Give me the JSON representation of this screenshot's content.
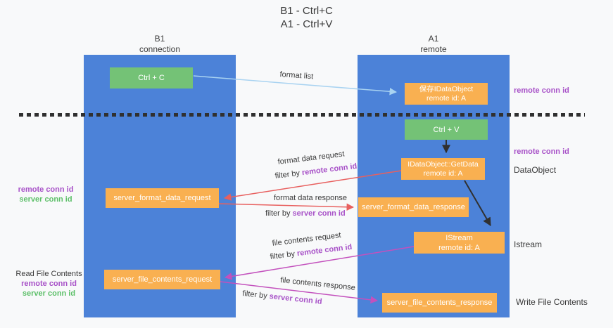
{
  "title": {
    "line1": "B1 - Ctrl+C",
    "line2": "A1 - Ctrl+V"
  },
  "columns": {
    "left": {
      "name": "B1",
      "role": "connection"
    },
    "right": {
      "name": "A1",
      "role": "remote"
    }
  },
  "nodes": {
    "ctrl_c": {
      "label": "Ctrl + C"
    },
    "ctrl_v": {
      "label": "Ctrl + V"
    },
    "save_dataobject": {
      "line1": "保存IDataObject",
      "line2": "remote id: A"
    },
    "getdata": {
      "line1": "IDataObject::GetData",
      "line2": "remote id: A"
    },
    "istream": {
      "line1": "IStream",
      "line2": "remote id: A"
    },
    "server_format_data_request": {
      "label": "server_format_data_request"
    },
    "server_format_data_response": {
      "label": "server_format_data_response"
    },
    "server_file_contents_request": {
      "label": "server_file_contents_request"
    },
    "server_file_contents_response": {
      "label": "server_file_contents_response"
    }
  },
  "edges": {
    "format_list": {
      "label": "format list"
    },
    "format_data_request": {
      "label": "format data request",
      "filter_prefix": "filter by ",
      "filter_key": "remote conn id"
    },
    "format_data_response": {
      "label": "format data response",
      "filter_prefix": "filter by ",
      "filter_key": "server conn id"
    },
    "file_contents_request": {
      "label": "file contents request",
      "filter_prefix": "filter by ",
      "filter_key": "remote conn id"
    },
    "file_contents_response": {
      "label": "file contents response",
      "filter_prefix": "filter by ",
      "filter_key": "server conn id"
    }
  },
  "annotations": {
    "right_top_remote_conn_id": "remote conn id",
    "right_mid_remote_conn_id": "remote conn id",
    "dataobject": "DataObject",
    "istream": "Istream",
    "write_file_contents": "Write File Contents",
    "left_remote_conn_id": "remote conn id",
    "left_server_conn_id": "server conn id",
    "read_file_contents": "Read File Contents",
    "left_bottom_remote_conn_id": "remote conn id",
    "left_bottom_server_conn_id": "server conn id"
  },
  "colors": {
    "column_blue": "#4c82d8",
    "box_orange": "#f9b051",
    "box_green": "#74c276",
    "arrow_light_blue": "#a9d3f1",
    "arrow_red": "#e8605f",
    "arrow_magenta": "#c351bd",
    "arrow_black": "#303030",
    "text_purple": "#a852c8",
    "text_green": "#5cbf68",
    "text_dark": "#3a3a3a",
    "background": "#f8f9fa"
  }
}
